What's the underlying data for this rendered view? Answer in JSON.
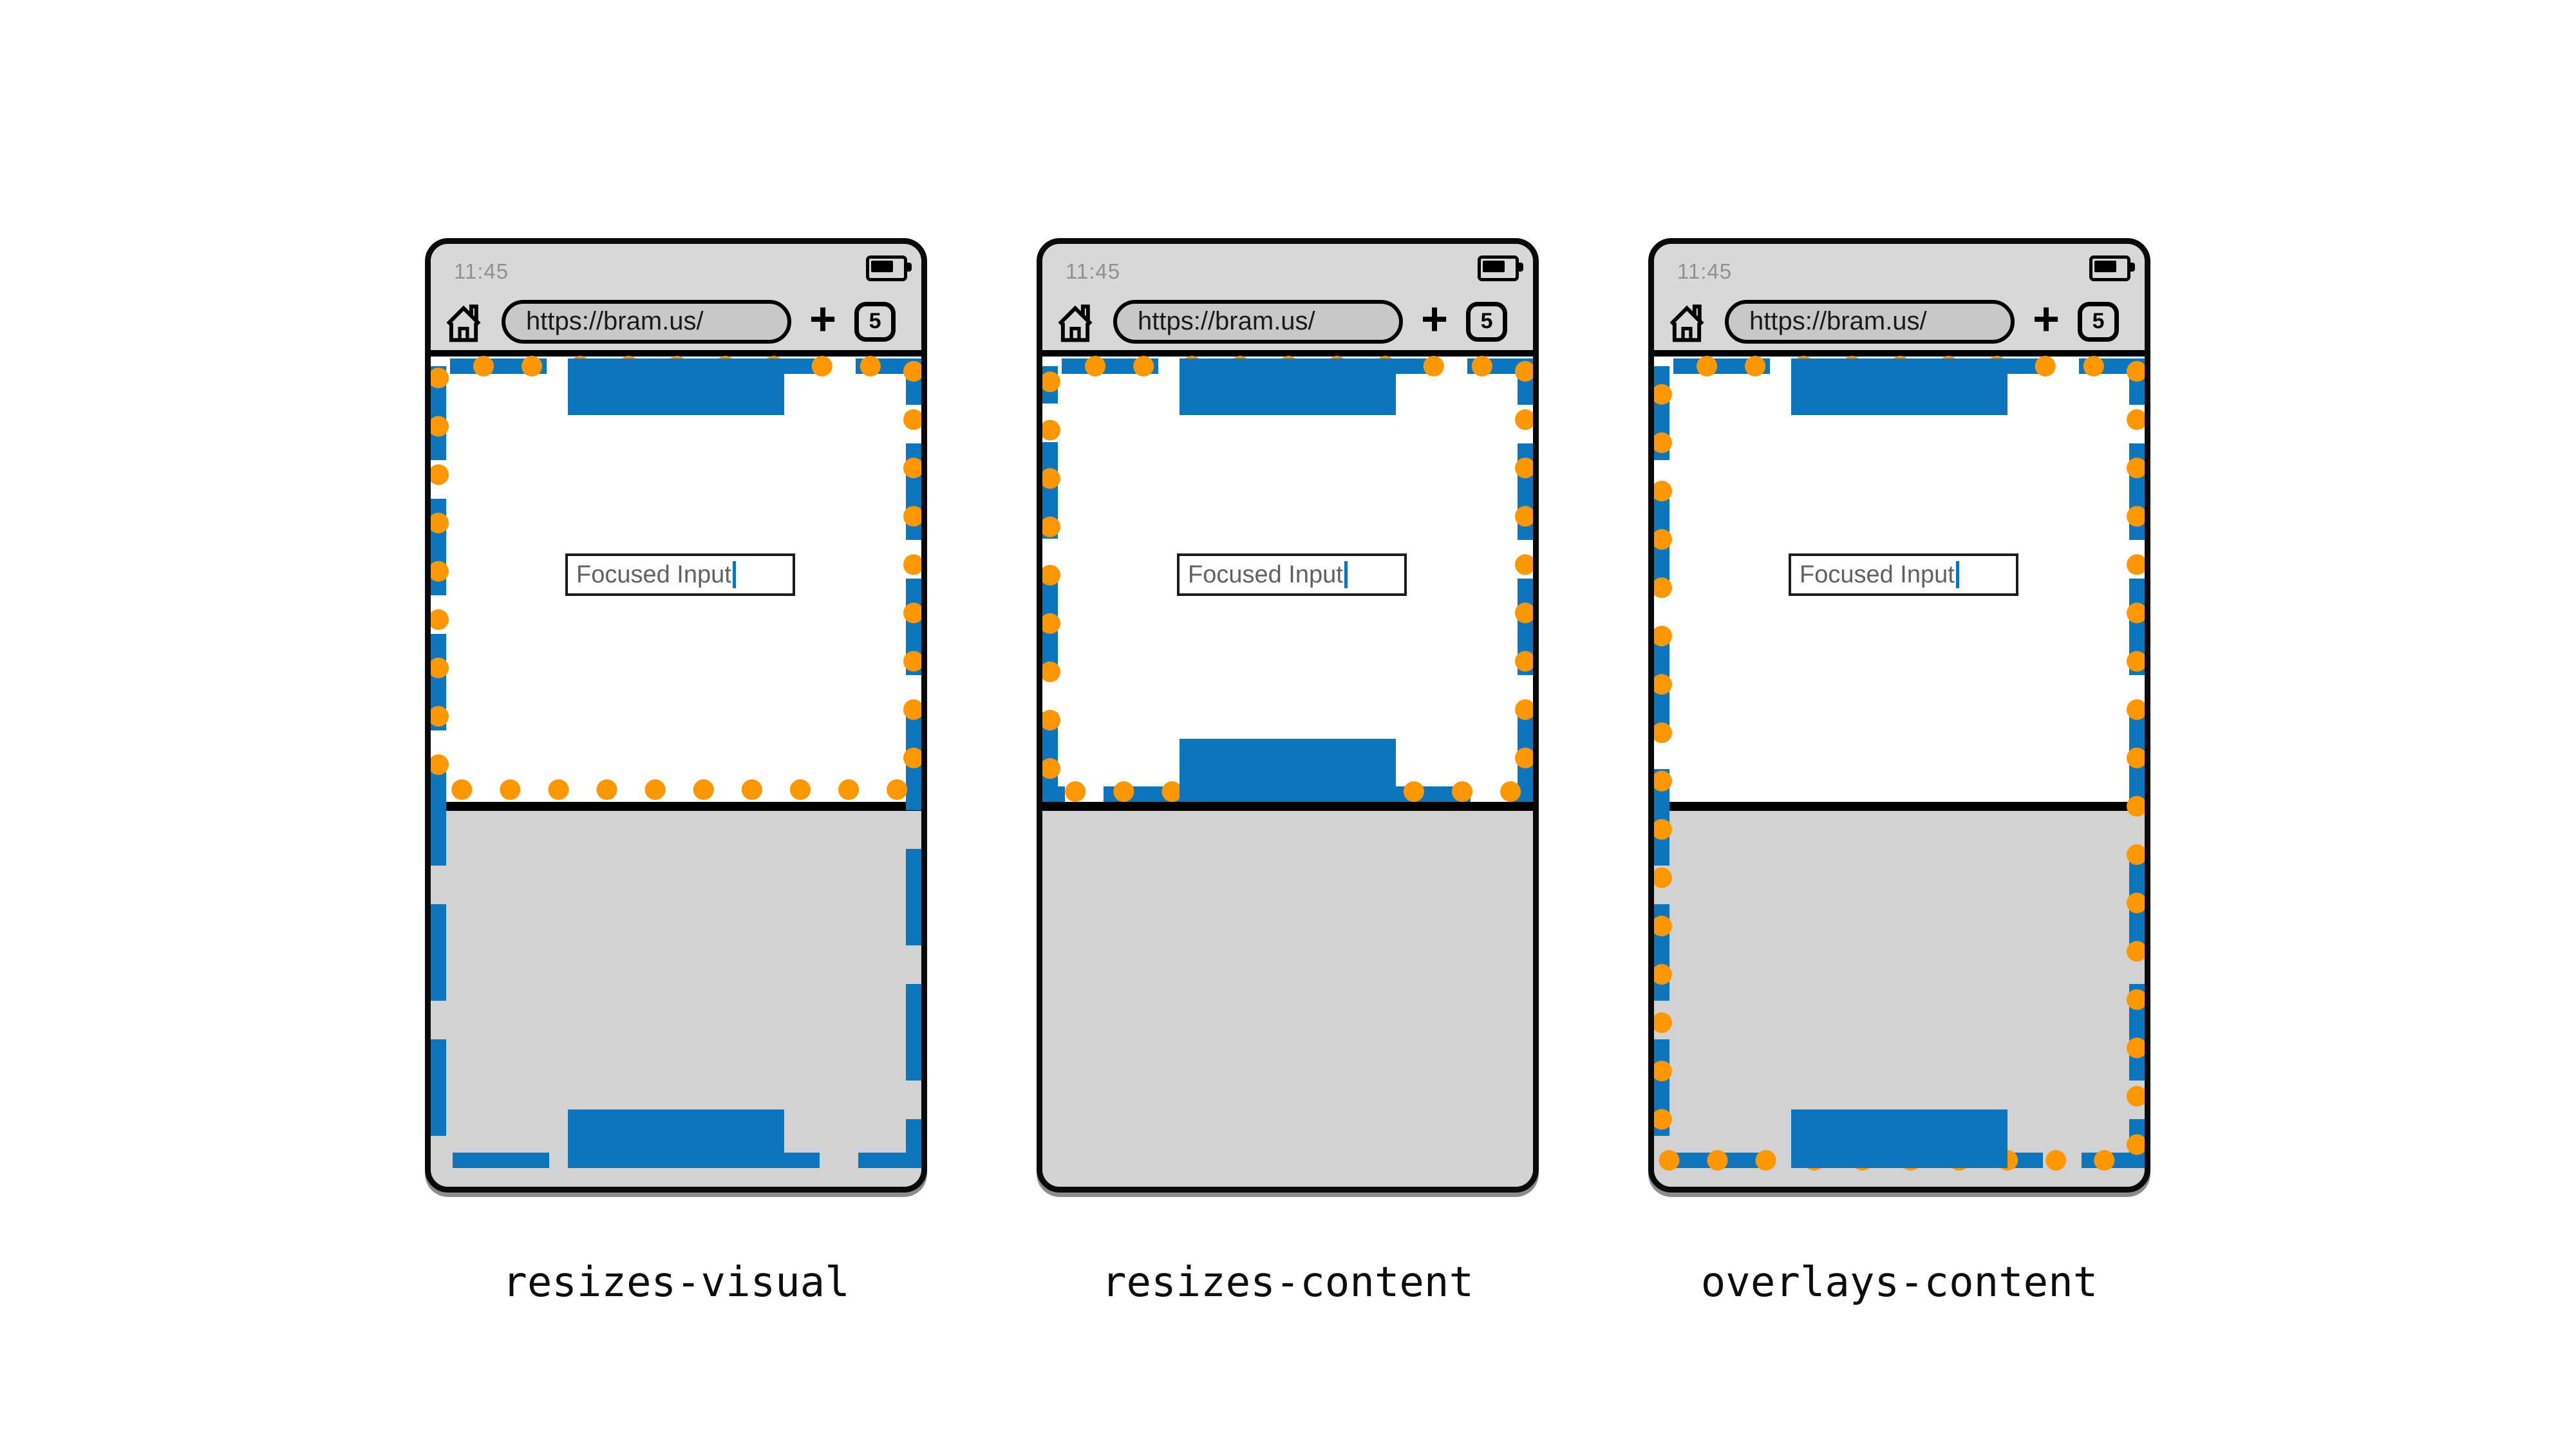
{
  "colors": {
    "accent_blue": "#0b76bd",
    "accent_orange": "#ff9800"
  },
  "phones": [
    {
      "label": "resizes-visual",
      "status": {
        "time": "11:45"
      },
      "toolbar": {
        "url": "https://bram.us/",
        "new_tab_label": "+",
        "tab_count": "5"
      },
      "page": {
        "input_value": "Focused Input"
      }
    },
    {
      "label": "resizes-content",
      "status": {
        "time": "11:45"
      },
      "toolbar": {
        "url": "https://bram.us/",
        "new_tab_label": "+",
        "tab_count": "5"
      },
      "page": {
        "input_value": "Focused Input"
      }
    },
    {
      "label": "overlays-content",
      "status": {
        "time": "11:45"
      },
      "toolbar": {
        "url": "https://bram.us/",
        "new_tab_label": "+",
        "tab_count": "5"
      },
      "page": {
        "input_value": "Focused Input"
      }
    }
  ]
}
